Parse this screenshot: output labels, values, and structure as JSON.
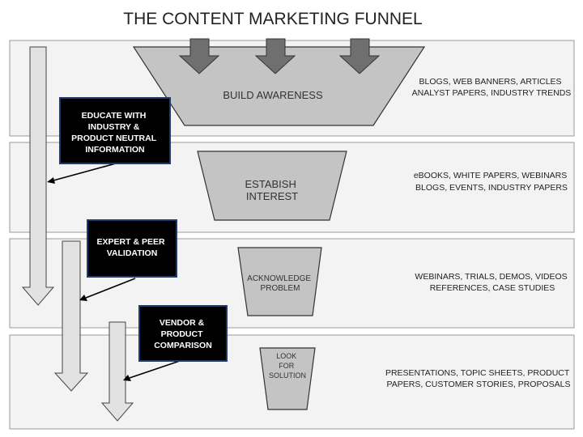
{
  "title": "THE CONTENT MARKETING FUNNEL",
  "stages": [
    {
      "label_lines": [
        "BUILD AWARENESS"
      ],
      "content_lines": [
        "BLOGS, WEB BANNERS, ARTICLES",
        "ANALYST PAPERS, INDUSTRY TRENDS"
      ]
    },
    {
      "label_lines": [
        "ESTABISH",
        "INTEREST"
      ],
      "content_lines": [
        "eBOOKS, WHITE PAPERS, WEBINARS",
        "BLOGS, EVENTS, INDUSTRY PAPERS"
      ]
    },
    {
      "label_lines": [
        "ACKNOWLEDGE",
        "PROBLEM"
      ],
      "content_lines": [
        "WEBINARS, TRIALS, DEMOS, VIDEOS",
        "REFERENCES, CASE STUDIES"
      ]
    },
    {
      "label_lines": [
        "LOOK",
        "FOR",
        "SOLUTION"
      ],
      "content_lines": [
        "PRESENTATIONS, TOPIC SHEETS, PRODUCT",
        "PAPERS, CUSTOMER STORIES, PROPOSALS"
      ]
    }
  ],
  "callouts": [
    {
      "lines": [
        "EDUCATE WITH",
        "INDUSTRY &",
        "PRODUCT NEUTRAL",
        "INFORMATION"
      ]
    },
    {
      "lines": [
        "EXPERT & PEER",
        "VALIDATION"
      ]
    },
    {
      "lines": [
        "VENDOR &",
        "PRODUCT",
        "COMPARISON"
      ]
    }
  ],
  "colors": {
    "funnel_fill": "#c4c4c4",
    "funnel_stroke": "#333333",
    "band_fill": "#f3f3f3",
    "band_stroke": "#9a9a9a",
    "callout_fill": "#000000",
    "callout_border": "#1f3a6e",
    "arrow_fill": "#e2e2e2",
    "top_arrow_fill": "#6f6f6f"
  }
}
